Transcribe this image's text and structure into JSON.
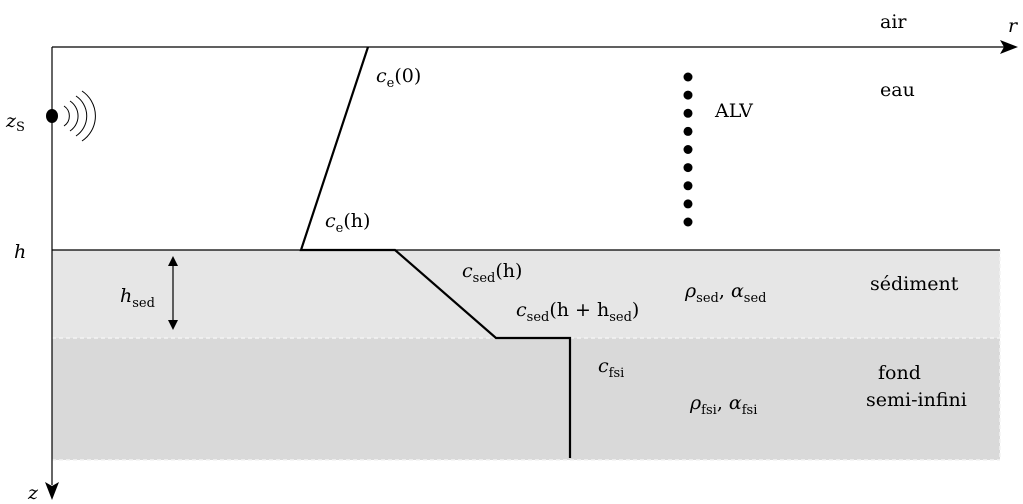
{
  "labels": {
    "air": "air",
    "eau": "eau",
    "sediment": "sédiment",
    "fond_line1": "fond",
    "fond_line2": "semi-infini",
    "alv": "ALV",
    "axis_r": "r",
    "axis_z": "z",
    "source": {
      "sym": "z",
      "sub": "S"
    },
    "depth_h": "h",
    "h_sed": {
      "sym": "h",
      "sub": "sed"
    },
    "ce0": {
      "sym": "c",
      "sub": "e",
      "arg": "(0)"
    },
    "ceh": {
      "sym": "c",
      "sub": "e",
      "arg": "(h)"
    },
    "csedh": {
      "sym": "c",
      "sub": "sed",
      "arg": "(h)"
    },
    "csed_bottom": {
      "sym": "c",
      "sub": "sed",
      "arg_a": "(h + h",
      "arg_sub": "sed",
      "arg_b": ")"
    },
    "cfsi": {
      "sym": "c",
      "sub": "fsi"
    },
    "rho_alpha_sed": {
      "rho": "ρ",
      "alpha": "α",
      "sub": "sed",
      "sep": ", "
    },
    "rho_alpha_fsi": {
      "rho": "ρ",
      "alpha": "α",
      "sub": "fsi",
      "sep": ", "
    }
  },
  "alv_hydrophone_count": 9,
  "colors": {
    "sediment_fill": "#e6e6e6",
    "bottom_fill": "#d9d9d9",
    "line": "#000000"
  }
}
